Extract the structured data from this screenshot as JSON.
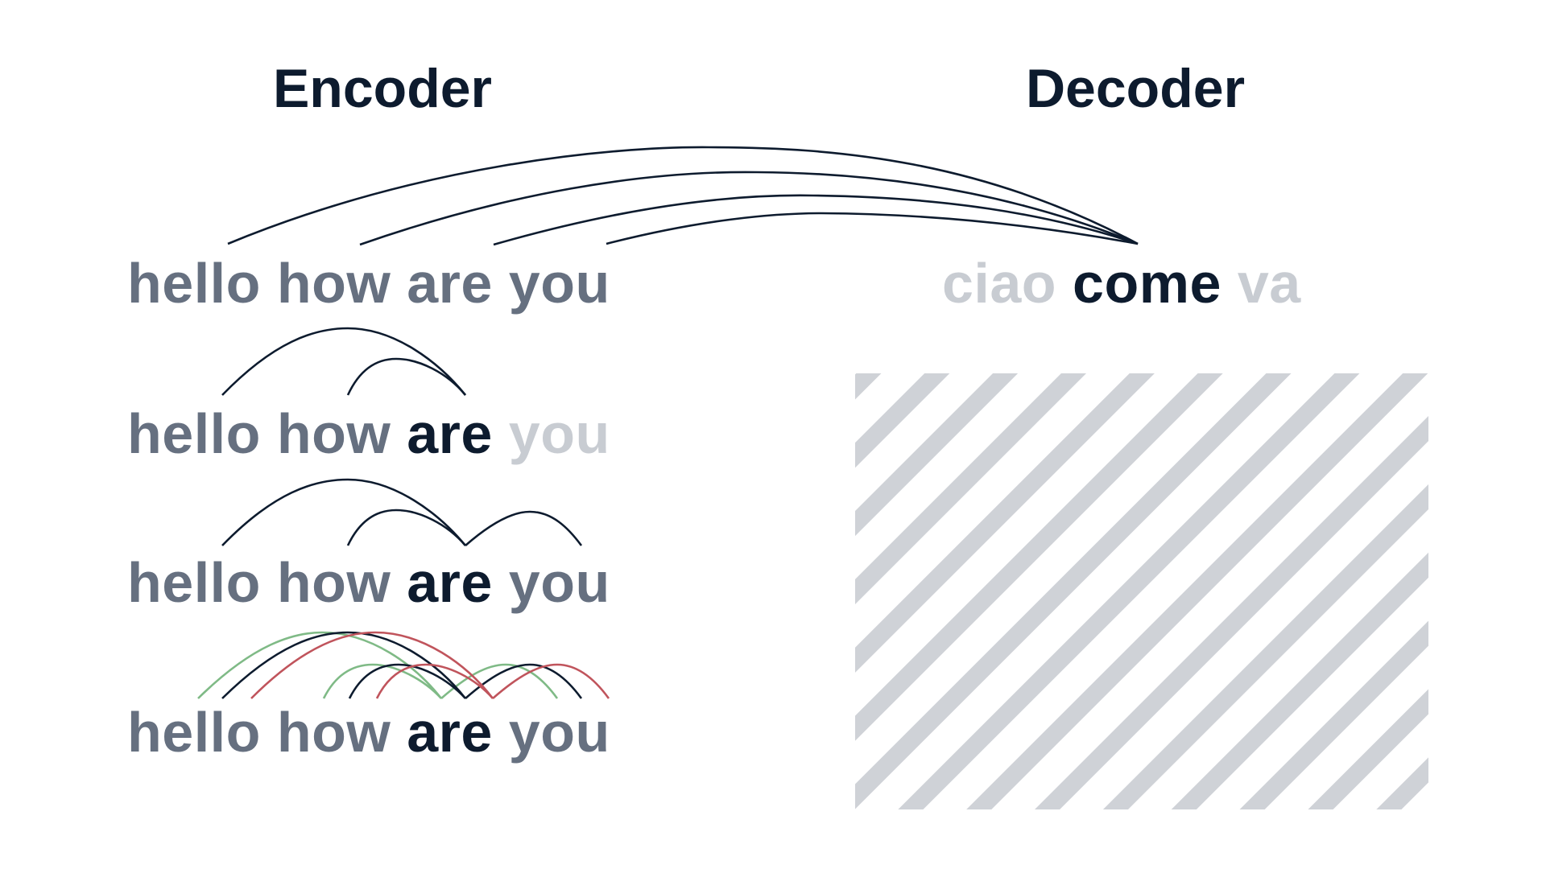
{
  "encoder": {
    "title": "Encoder",
    "rows": [
      {
        "words": [
          {
            "text": "hello",
            "tone": "dim"
          },
          {
            "text": "how",
            "tone": "dim"
          },
          {
            "text": "are",
            "tone": "dim"
          },
          {
            "text": "you",
            "tone": "dim"
          }
        ]
      },
      {
        "words": [
          {
            "text": "hello",
            "tone": "dim"
          },
          {
            "text": "how",
            "tone": "dim"
          },
          {
            "text": "are",
            "tone": "strong"
          },
          {
            "text": "you",
            "tone": "faint"
          }
        ]
      },
      {
        "words": [
          {
            "text": "hello",
            "tone": "dim"
          },
          {
            "text": "how",
            "tone": "dim"
          },
          {
            "text": "are",
            "tone": "strong"
          },
          {
            "text": "you",
            "tone": "dim"
          }
        ]
      },
      {
        "words": [
          {
            "text": "hello",
            "tone": "dim"
          },
          {
            "text": "how",
            "tone": "dim"
          },
          {
            "text": "are",
            "tone": "strong"
          },
          {
            "text": "you",
            "tone": "dim"
          }
        ]
      }
    ]
  },
  "decoder": {
    "title": "Decoder",
    "words": [
      {
        "text": "ciao",
        "tone": "faint"
      },
      {
        "text": "come",
        "tone": "strong"
      },
      {
        "text": "va",
        "tone": "faint"
      }
    ]
  },
  "colors": {
    "strong_text": "#0d1b2e",
    "dim_text": "#667080",
    "faint_text": "#c8ccd2",
    "arc_dark": "#0d1b2e",
    "arc_green": "#7fba86",
    "arc_red": "#c0545c",
    "hatch_stripe": "#cfd2d7"
  }
}
